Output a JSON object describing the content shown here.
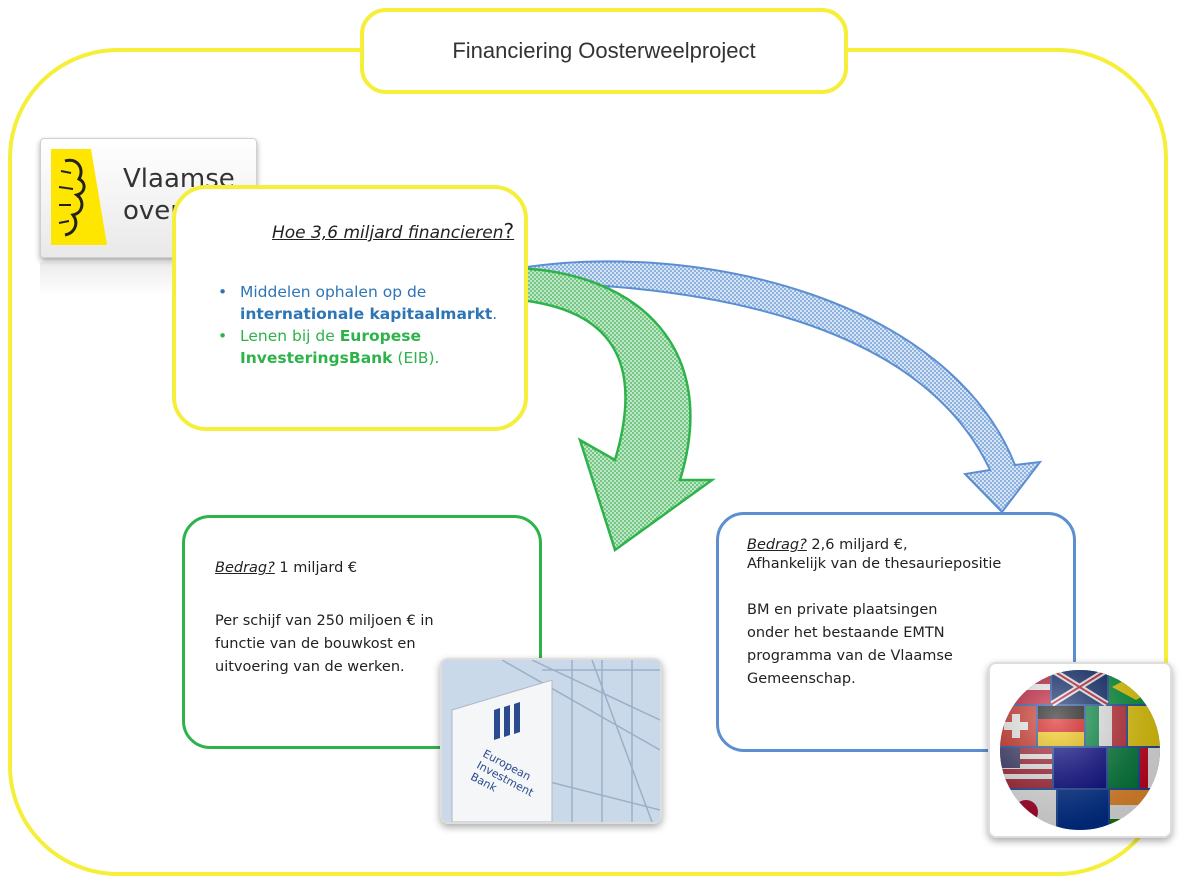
{
  "title": "Financiering Oosterweelproject",
  "logo": {
    "line1": "Vlaamse",
    "line2": "overheid"
  },
  "question": {
    "text": "Hoe 3,6 miljard financieren",
    "mark": "?"
  },
  "bullets": [
    {
      "prefix": "Middelen ophalen op de ",
      "bold": "internationale kapitaalmarkt",
      "suffix": ".",
      "color": "#2e75b6"
    },
    {
      "prefix": "Lenen bij de ",
      "bold": "Europese InvesteringsBank",
      "suffix": " (EIB).",
      "color": "#2db34a"
    }
  ],
  "eib_box": {
    "amount_label": "Bedrag?",
    "amount_value": " 1 miljard €",
    "body_line1": "Per schijf van 250 miljoen € in",
    "body_line2": "functie van de bouwkost  en",
    "body_line3": "uitvoering van de werken."
  },
  "market_box": {
    "amount_label": "Bedrag?",
    "amount_value": " 2,6 miljard €,",
    "amount_line2": "Afhankelijk van de thesauriepositie",
    "body_line1": "BM en private plaatsingen",
    "body_line2": "onder het bestaande EMTN",
    "body_line3": "programma van de Vlaamse",
    "body_line4": "Gemeenschap."
  },
  "eib_sign": {
    "line1": "European",
    "line2": "Investment",
    "line3": "Bank"
  },
  "colors": {
    "frame": "#f5ef3a",
    "eib_green": "#2db34a",
    "market_blue": "#5b8fd1",
    "logo_yellow": "#ffe600"
  },
  "icons": [
    "flemish-lion-icon",
    "eib-logo-icon",
    "flags-globe-icon"
  ]
}
